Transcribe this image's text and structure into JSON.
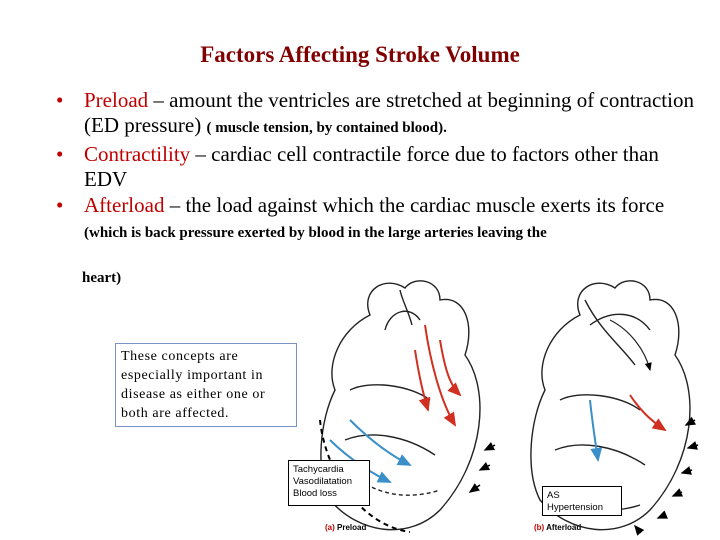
{
  "title": "Factors Affecting Stroke Volume",
  "bullets": [
    {
      "term": "Preload",
      "text": " – amount the ventricles are stretched at beginning of contraction (ED pressure) ",
      "small": "( muscle tension, by contained blood)."
    },
    {
      "term": "Contractility",
      "text": " – cardiac cell contractile force due to factors other than EDV",
      "small": ""
    },
    {
      "term": "Afterload",
      "text": " – the load against which the cardiac muscle exerts its force ",
      "small": "(which is back pressure exerted by blood in the large arteries leaving the"
    }
  ],
  "bullet_continuation": "heart)",
  "note_box": "These concepts are especially important in disease as either one or both are affected.",
  "preload_labels": [
    "Tachycardia",
    "Vasodilatation",
    "Blood loss"
  ],
  "afterload_labels": [
    "AS",
    "Hypertension"
  ],
  "captions": {
    "a_letter": "(a)",
    "a_text": "Preload",
    "b_letter": "(b)",
    "b_text": "Afterload"
  },
  "colors": {
    "title": "#800000",
    "term": "#c00000",
    "arrow_red": "#d03020",
    "arrow_blue": "#3b8fc8",
    "box_border": "#7a93c2"
  },
  "icons": [
    "bullet-dot",
    "heart-diagram-preload",
    "heart-diagram-afterload"
  ]
}
